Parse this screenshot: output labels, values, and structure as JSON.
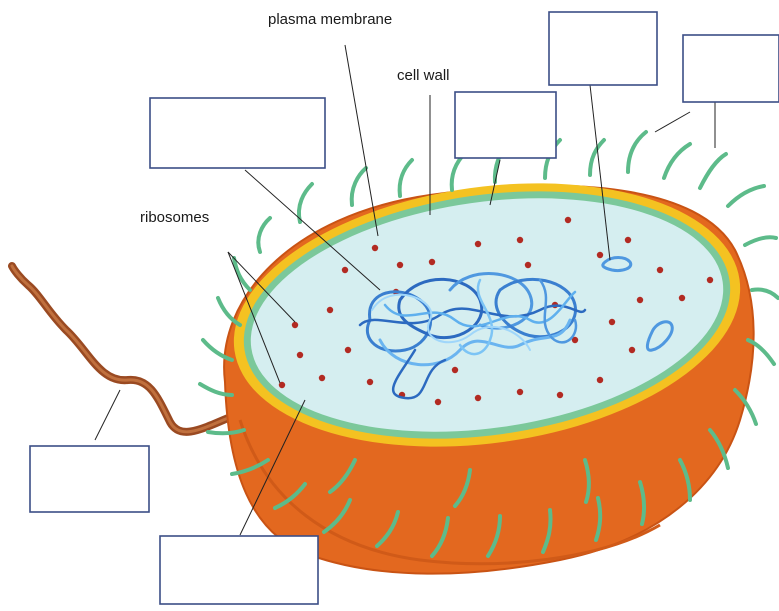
{
  "diagram": {
    "labels": {
      "plasma_membrane": "plasma membrane",
      "cell_wall": "cell wall",
      "ribosomes": "ribosomes"
    },
    "blank_boxes": [
      "",
      "",
      "",
      "",
      "",
      ""
    ],
    "colors": {
      "capsule": "#e3681f",
      "capsule_dark": "#c95314",
      "cell_wall": "#f4c221",
      "plasma_membrane": "#7bc89a",
      "cytoplasm": "#d5eef0",
      "nucleoid": "#3a7fd0",
      "ribosome": "#b22a22",
      "pili": "#5dbb8a",
      "flagellum": "#9a4a22",
      "box_border": "#3b4e86"
    }
  }
}
